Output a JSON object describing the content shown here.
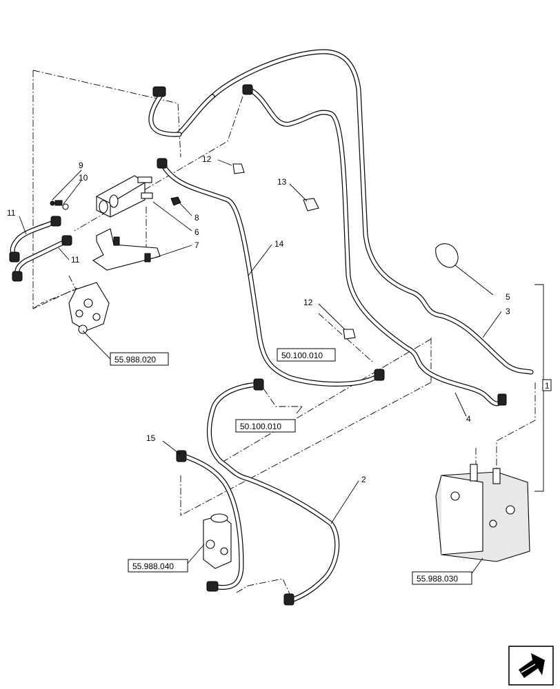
{
  "diagram": {
    "callouts": [
      {
        "id": "c1",
        "label": "1"
      },
      {
        "id": "c2",
        "label": "2"
      },
      {
        "id": "c3",
        "label": "3"
      },
      {
        "id": "c4",
        "label": "4"
      },
      {
        "id": "c5",
        "label": "5"
      },
      {
        "id": "c6",
        "label": "6"
      },
      {
        "id": "c7",
        "label": "7"
      },
      {
        "id": "c8",
        "label": "8"
      },
      {
        "id": "c9",
        "label": "9"
      },
      {
        "id": "c10",
        "label": "10"
      },
      {
        "id": "c11a",
        "label": "11"
      },
      {
        "id": "c11b",
        "label": "11"
      },
      {
        "id": "c12a",
        "label": "12"
      },
      {
        "id": "c12b",
        "label": "12"
      },
      {
        "id": "c13",
        "label": "13"
      },
      {
        "id": "c14",
        "label": "14"
      },
      {
        "id": "c15",
        "label": "15"
      }
    ],
    "references": [
      {
        "id": "r1",
        "label": "55.988.020"
      },
      {
        "id": "r2",
        "label": "50.100.010"
      },
      {
        "id": "r3",
        "label": "50.100.010"
      },
      {
        "id": "r4",
        "label": "55.988.040"
      },
      {
        "id": "r5",
        "label": "55.988.030"
      }
    ]
  }
}
